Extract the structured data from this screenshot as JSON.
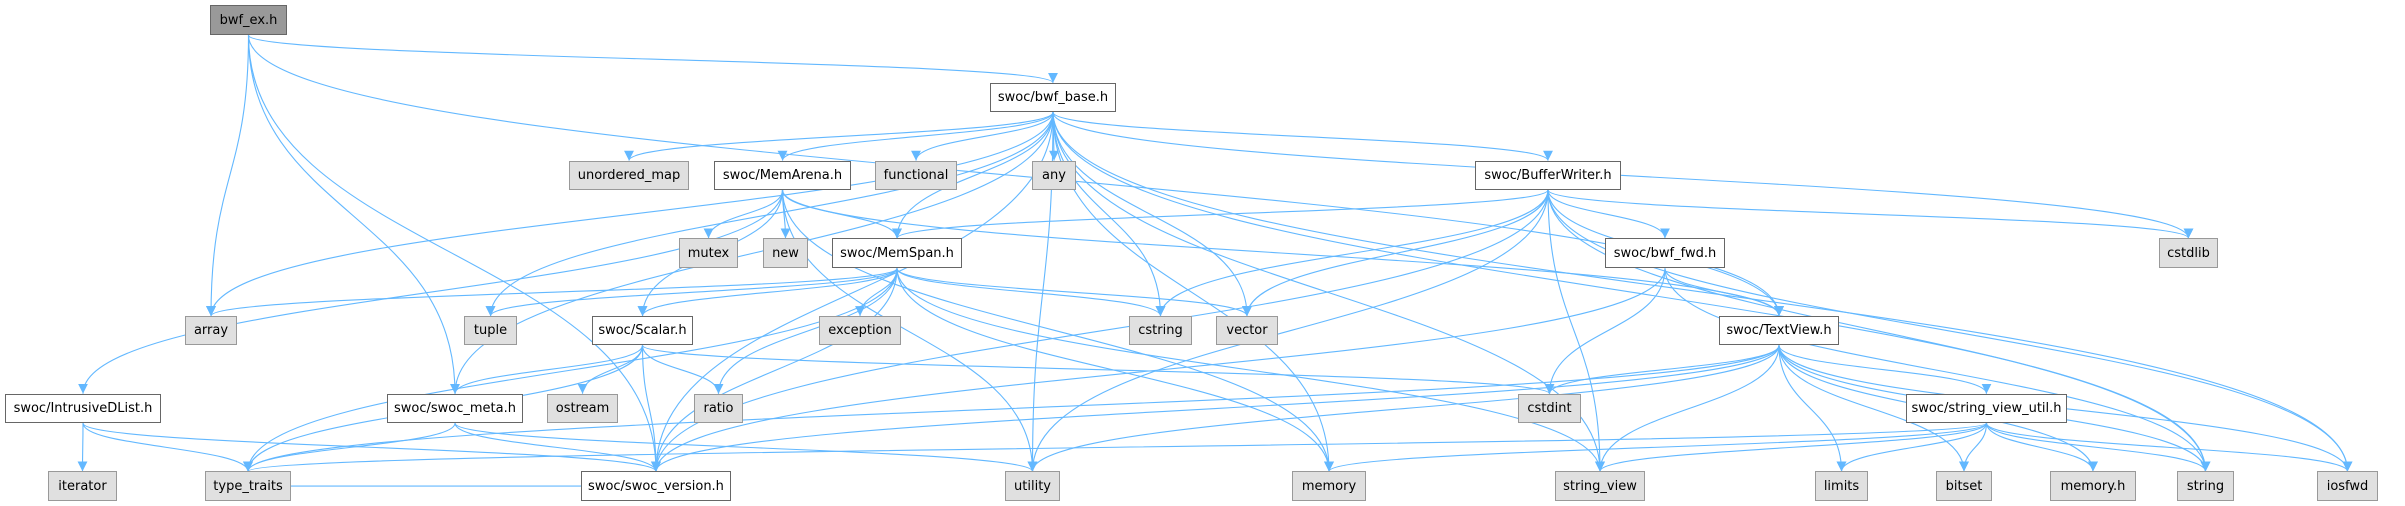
{
  "nodes": {
    "bwf_ex": {
      "label": "bwf_ex.h",
      "kind": "root"
    },
    "bwf_base": {
      "label": "swoc/bwf_base.h",
      "kind": "local"
    },
    "unordered_map": {
      "label": "unordered_map",
      "kind": "sys"
    },
    "MemArena": {
      "label": "swoc/MemArena.h",
      "kind": "local"
    },
    "functional": {
      "label": "functional",
      "kind": "sys"
    },
    "any": {
      "label": "any",
      "kind": "sys"
    },
    "BufferWriter": {
      "label": "swoc/BufferWriter.h",
      "kind": "local"
    },
    "mutex": {
      "label": "mutex",
      "kind": "sys"
    },
    "new": {
      "label": "new",
      "kind": "sys"
    },
    "MemSpan": {
      "label": "swoc/MemSpan.h",
      "kind": "local"
    },
    "bwf_fwd": {
      "label": "swoc/bwf_fwd.h",
      "kind": "local"
    },
    "cstdlib": {
      "label": "cstdlib",
      "kind": "sys"
    },
    "array": {
      "label": "array",
      "kind": "sys"
    },
    "tuple": {
      "label": "tuple",
      "kind": "sys"
    },
    "Scalar": {
      "label": "swoc/Scalar.h",
      "kind": "local"
    },
    "exception": {
      "label": "exception",
      "kind": "sys"
    },
    "cstring": {
      "label": "cstring",
      "kind": "sys"
    },
    "vector": {
      "label": "vector",
      "kind": "sys"
    },
    "TextView": {
      "label": "swoc/TextView.h",
      "kind": "local"
    },
    "IntrusiveDList": {
      "label": "swoc/IntrusiveDList.h",
      "kind": "local"
    },
    "swoc_meta": {
      "label": "swoc/swoc_meta.h",
      "kind": "local"
    },
    "ostream": {
      "label": "ostream",
      "kind": "sys"
    },
    "ratio": {
      "label": "ratio",
      "kind": "sys"
    },
    "cstdint": {
      "label": "cstdint",
      "kind": "sys"
    },
    "string_view_util": {
      "label": "swoc/string_view_util.h",
      "kind": "local"
    },
    "iterator": {
      "label": "iterator",
      "kind": "sys"
    },
    "type_traits": {
      "label": "type_traits",
      "kind": "sys"
    },
    "swoc_version": {
      "label": "swoc/swoc_version.h",
      "kind": "local"
    },
    "utility": {
      "label": "utility",
      "kind": "sys"
    },
    "memory": {
      "label": "memory",
      "kind": "sys"
    },
    "string_view": {
      "label": "string_view",
      "kind": "sys"
    },
    "limits": {
      "label": "limits",
      "kind": "sys"
    },
    "bitset": {
      "label": "bitset",
      "kind": "sys"
    },
    "memory_h": {
      "label": "memory.h",
      "kind": "sys"
    },
    "string": {
      "label": "string",
      "kind": "sys"
    },
    "iosfwd": {
      "label": "iosfwd",
      "kind": "sys"
    }
  },
  "edges": [
    [
      "bwf_ex",
      "bwf_base"
    ],
    [
      "bwf_ex",
      "TextView"
    ],
    [
      "bwf_ex",
      "array"
    ],
    [
      "bwf_ex",
      "swoc_version"
    ],
    [
      "bwf_ex",
      "swoc_meta"
    ],
    [
      "bwf_base",
      "unordered_map"
    ],
    [
      "bwf_base",
      "MemArena"
    ],
    [
      "bwf_base",
      "functional"
    ],
    [
      "bwf_base",
      "any"
    ],
    [
      "bwf_base",
      "BufferWriter"
    ],
    [
      "bwf_base",
      "MemSpan"
    ],
    [
      "bwf_base",
      "cstring"
    ],
    [
      "bwf_base",
      "vector"
    ],
    [
      "bwf_base",
      "utility"
    ],
    [
      "bwf_base",
      "string_view"
    ],
    [
      "bwf_base",
      "cstdlib"
    ],
    [
      "bwf_base",
      "iosfwd"
    ],
    [
      "bwf_base",
      "string"
    ],
    [
      "bwf_base",
      "array"
    ],
    [
      "bwf_base",
      "tuple"
    ],
    [
      "bwf_base",
      "swoc_meta"
    ],
    [
      "bwf_base",
      "swoc_version"
    ],
    [
      "bwf_base",
      "memory"
    ],
    [
      "MemArena",
      "mutex"
    ],
    [
      "MemArena",
      "new"
    ],
    [
      "MemArena",
      "MemSpan"
    ],
    [
      "MemArena",
      "Scalar"
    ],
    [
      "MemArena",
      "IntrusiveDList"
    ],
    [
      "MemArena",
      "TextView"
    ],
    [
      "MemArena",
      "utility"
    ],
    [
      "MemArena",
      "memory"
    ],
    [
      "MemSpan",
      "array"
    ],
    [
      "MemSpan",
      "tuple"
    ],
    [
      "MemSpan",
      "Scalar"
    ],
    [
      "MemSpan",
      "exception"
    ],
    [
      "MemSpan",
      "cstring"
    ],
    [
      "MemSpan",
      "vector"
    ],
    [
      "MemSpan",
      "ratio"
    ],
    [
      "MemSpan",
      "type_traits"
    ],
    [
      "MemSpan",
      "swoc_version"
    ],
    [
      "MemSpan",
      "memory"
    ],
    [
      "MemSpan",
      "string_view"
    ],
    [
      "BufferWriter",
      "MemSpan"
    ],
    [
      "BufferWriter",
      "cstring"
    ],
    [
      "BufferWriter",
      "vector"
    ],
    [
      "BufferWriter",
      "swoc_version"
    ],
    [
      "BufferWriter",
      "utility"
    ],
    [
      "BufferWriter",
      "bwf_fwd"
    ],
    [
      "BufferWriter",
      "TextView"
    ],
    [
      "BufferWriter",
      "cstdlib"
    ],
    [
      "BufferWriter",
      "string_view"
    ],
    [
      "BufferWriter",
      "string"
    ],
    [
      "BufferWriter",
      "iosfwd"
    ],
    [
      "bwf_fwd",
      "TextView"
    ],
    [
      "bwf_fwd",
      "cstdint"
    ],
    [
      "bwf_fwd",
      "string"
    ],
    [
      "bwf_fwd",
      "swoc_version"
    ],
    [
      "Scalar",
      "swoc_meta"
    ],
    [
      "Scalar",
      "ostream"
    ],
    [
      "Scalar",
      "ratio"
    ],
    [
      "Scalar",
      "swoc_version"
    ],
    [
      "Scalar",
      "type_traits"
    ],
    [
      "Scalar",
      "cstdint"
    ],
    [
      "IntrusiveDList",
      "iterator"
    ],
    [
      "IntrusiveDList",
      "type_traits"
    ],
    [
      "IntrusiveDList",
      "swoc_version"
    ],
    [
      "swoc_meta",
      "type_traits"
    ],
    [
      "swoc_meta",
      "swoc_version"
    ],
    [
      "swoc_meta",
      "utility"
    ],
    [
      "TextView",
      "cstdint"
    ],
    [
      "TextView",
      "string_view"
    ],
    [
      "TextView",
      "limits"
    ],
    [
      "TextView",
      "bitset"
    ],
    [
      "TextView",
      "string_view_util"
    ],
    [
      "TextView",
      "memory_h"
    ],
    [
      "TextView",
      "string"
    ],
    [
      "TextView",
      "iosfwd"
    ],
    [
      "TextView",
      "type_traits"
    ],
    [
      "TextView",
      "swoc_version"
    ],
    [
      "TextView",
      "utility"
    ],
    [
      "string_view_util",
      "string_view"
    ],
    [
      "string_view_util",
      "limits"
    ],
    [
      "string_view_util",
      "bitset"
    ],
    [
      "string_view_util",
      "memory_h"
    ],
    [
      "string_view_util",
      "string"
    ],
    [
      "string_view_util",
      "iosfwd"
    ],
    [
      "string_view_util",
      "memory"
    ],
    [
      "string_view_util",
      "type_traits"
    ],
    [
      "swoc_version",
      "type_traits"
    ]
  ],
  "colors": {
    "edge": "#63b8ff",
    "root_fill": "#999999",
    "sys_fill": "#e0e0e0"
  }
}
